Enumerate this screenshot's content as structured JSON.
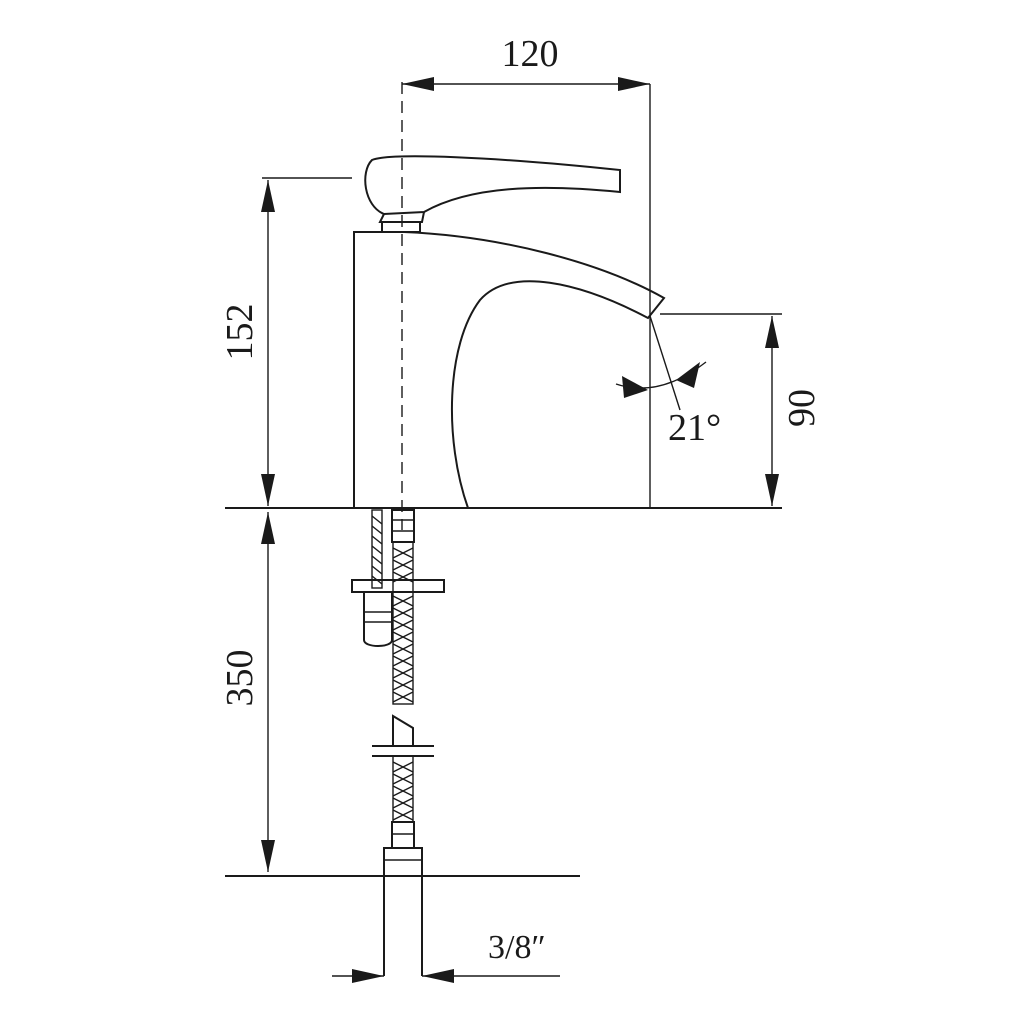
{
  "dimensions": {
    "spout_reach": "120",
    "overall_height": "152",
    "spout_height": "90",
    "hose_length": "350",
    "spout_angle": "21°",
    "connection_size": "3/8″"
  }
}
